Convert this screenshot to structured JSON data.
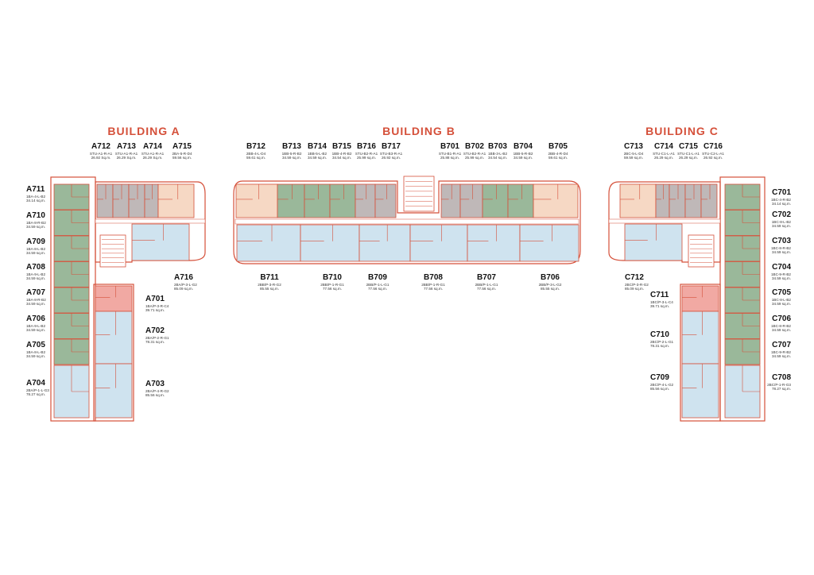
{
  "colors": {
    "outline": "#d5503a",
    "green": "#9ab89a",
    "grey": "#bfb8b8",
    "peach": "#f6d8c4",
    "blue": "#cfe3ef",
    "pink": "#f1a9a3",
    "white": "#ffffff"
  },
  "buildings": {
    "a": {
      "title": "BUILDING  A"
    },
    "b": {
      "title": "BUILDING  B"
    },
    "c": {
      "title": "BUILDING  C"
    }
  },
  "units": {
    "A712": {
      "id": "A712",
      "type": "STU-A1-R-A1",
      "area": "26.92 Sq.m."
    },
    "A713": {
      "id": "A713",
      "type": "STU-A1-R-A1",
      "area": "26.29 Sq.m."
    },
    "A714": {
      "id": "A714",
      "type": "STU-A1-R-A1",
      "area": "26.29 Sq.m."
    },
    "A715": {
      "id": "A715",
      "type": "2BA-5-R-D4",
      "area": "59.56 sq.m."
    },
    "A711": {
      "id": "A711",
      "type": "1BA-4-L-B2",
      "area": "34.14 sq.m."
    },
    "A710": {
      "id": "A710",
      "type": "1BA-8-R-B2",
      "area": "34.59 sq.m."
    },
    "A709": {
      "id": "A709",
      "type": "1BA-8-L-B2",
      "area": "34.59 sq.m."
    },
    "A708": {
      "id": "A708",
      "type": "1BA-9-L-B2",
      "area": "34.59 sq.m."
    },
    "A707": {
      "id": "A707",
      "type": "1BA-8-R-B2",
      "area": "34.59 sq.m."
    },
    "A706": {
      "id": "A706",
      "type": "1BA-9-L-B2",
      "area": "34.59 sq.m."
    },
    "A705": {
      "id": "A705",
      "type": "1BA-8-L-B2",
      "area": "34.59 sq.m."
    },
    "A704": {
      "id": "A704",
      "type": "2BA/P-1-L-G3",
      "area": "78.27 sq.m."
    },
    "A716": {
      "id": "A716",
      "type": "2BA/P-3-L-G2",
      "area": "85.09 sq.m."
    },
    "A701": {
      "id": "A701",
      "type": "1BA/P-3-R-C4",
      "area": "39.71 sq.m."
    },
    "A702": {
      "id": "A702",
      "type": "2BA/P-2-R-G1",
      "area": "78.31 sq.m."
    },
    "A703": {
      "id": "A703",
      "type": "2BA/P-4-R-G2",
      "area": "85.56 sq.m."
    },
    "B712": {
      "id": "B712",
      "type": "2BB-4-L-D4",
      "area": "59.61 sq.m."
    },
    "B713": {
      "id": "B713",
      "type": "1BB-5-R-B2",
      "area": "34.59 sq.m."
    },
    "B714": {
      "id": "B714",
      "type": "1BB-5-L-B2",
      "area": "34.59 sq.m."
    },
    "B715": {
      "id": "B715",
      "type": "1BB-4-R-B2",
      "area": "34.54 sq.m."
    },
    "B716": {
      "id": "B716",
      "type": "STU-B2-R-A1",
      "area": "25.99 sq.m."
    },
    "B717": {
      "id": "B717",
      "type": "STU-B3-R-A1",
      "area": "26.92 sq.m."
    },
    "B701": {
      "id": "B701",
      "type": "STU-B1-R-A1",
      "area": "25.88 sq.m."
    },
    "B702": {
      "id": "B702",
      "type": "STU-B2-R-A1",
      "area": "25.99 sq.m."
    },
    "B703": {
      "id": "B703",
      "type": "1BB-3-L-B2",
      "area": "34.54 sq.m."
    },
    "B704": {
      "id": "B704",
      "type": "1BB-5-R-B2",
      "area": "34.59 sq.m."
    },
    "B705": {
      "id": "B705",
      "type": "2BB-4-R-D4",
      "area": "59.61 sq.m."
    },
    "B711": {
      "id": "B711",
      "type": "2BB/P-3-R-G2",
      "area": "85.55 sq.m."
    },
    "B710": {
      "id": "B710",
      "type": "2BB/P-1-R-G1",
      "area": "77.56 sq.m."
    },
    "B709": {
      "id": "B709",
      "type": "2BB/P-1-L-G1",
      "area": "77.56 sq.m."
    },
    "B708": {
      "id": "B708",
      "type": "2BB/P-1-R-G1",
      "area": "77.56 sq.m."
    },
    "B707": {
      "id": "B707",
      "type": "2BB/P-1-L-G1",
      "area": "77.56 sq.m."
    },
    "B706": {
      "id": "B706",
      "type": "2BB/P-3-L-G2",
      "area": "85.55 sq.m."
    },
    "C713": {
      "id": "C713",
      "type": "2BC-5-L-D4",
      "area": "59.59 sq.m."
    },
    "C714": {
      "id": "C714",
      "type": "STU-C1-L-A1",
      "area": "26.29 sq.m."
    },
    "C715": {
      "id": "C715",
      "type": "STU-C1-L-A1",
      "area": "26.29 sq.m."
    },
    "C716": {
      "id": "C716",
      "type": "STU-C2-L-A1",
      "area": "26.92 sq.m."
    },
    "C701": {
      "id": "C701",
      "type": "1BC-4-R-B2",
      "area": "34.14 sq.m."
    },
    "C702": {
      "id": "C702",
      "type": "1BC-8-L-B2",
      "area": "34.59 sq.m."
    },
    "C703": {
      "id": "C703",
      "type": "1BC-8-R-B2",
      "area": "34.59 sq.m."
    },
    "C704": {
      "id": "C704",
      "type": "1BC-9-R-B2",
      "area": "34.59 sq.m."
    },
    "C705": {
      "id": "C705",
      "type": "1BC-8-L-B2",
      "area": "34.59 sq.m."
    },
    "C706": {
      "id": "C706",
      "type": "1BC-8-R-B2",
      "area": "34.59 sq.m."
    },
    "C707": {
      "id": "C707",
      "type": "1BC-9-R-B2",
      "area": "34.59 sq.m."
    },
    "C708": {
      "id": "C708",
      "type": "2BC/P-1-R-G3",
      "area": "78.27 sq.m."
    },
    "C712": {
      "id": "C712",
      "type": "2BC/P-3-R-G2",
      "area": "85.09 sq.m."
    },
    "C711": {
      "id": "C711",
      "type": "1BC/P-3-L-C4",
      "area": "39.71 sq.m."
    },
    "C710": {
      "id": "C710",
      "type": "2BC/P-2-L-G1",
      "area": "78.31 sq.m."
    },
    "C709": {
      "id": "C709",
      "type": "2BC/P-4-L-G2",
      "area": "85.56 sq.m."
    }
  }
}
